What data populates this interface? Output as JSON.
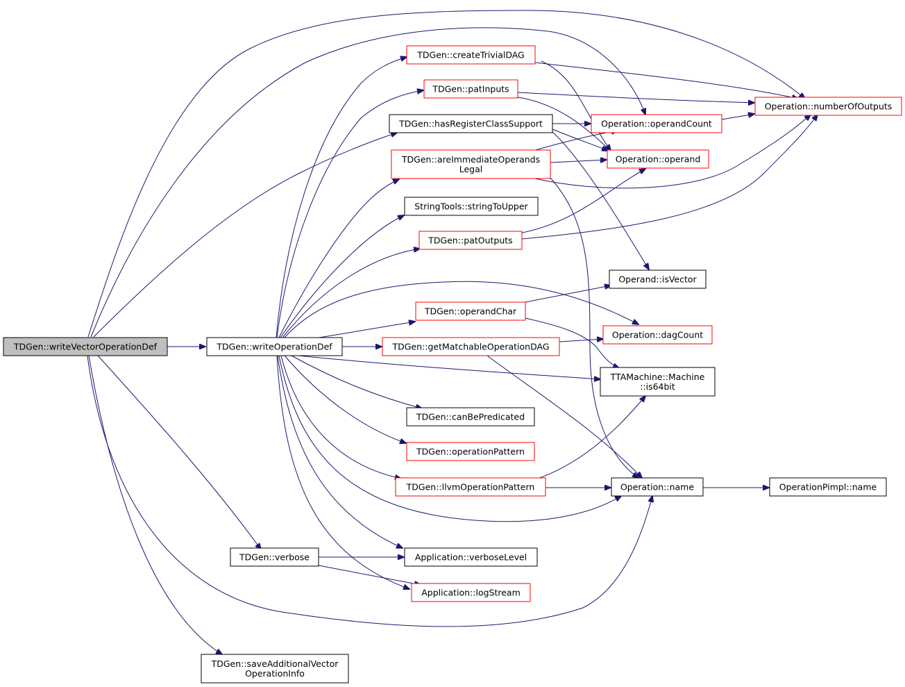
{
  "colors": {
    "edge": "#191970",
    "root_fill": "#bfbfbf",
    "node_fill": "#ffffff",
    "border_normal": "#000000",
    "border_truncated": "#ff0000"
  },
  "nodes": {
    "writeVectorOperationDef": {
      "lines": [
        "TDGen::writeVectorOperationDef"
      ],
      "style": "root"
    },
    "writeOperationDef": {
      "lines": [
        "TDGen::writeOperationDef"
      ],
      "style": "normal"
    },
    "verbose": {
      "lines": [
        "TDGen::verbose"
      ],
      "style": "normal"
    },
    "saveAdditional": {
      "lines": [
        "TDGen::saveAdditionalVector",
        "OperationInfo"
      ],
      "style": "normal"
    },
    "createTrivialDAG": {
      "lines": [
        "TDGen::createTrivialDAG"
      ],
      "style": "truncated"
    },
    "patInputs": {
      "lines": [
        "TDGen::patInputs"
      ],
      "style": "truncated"
    },
    "hasRegisterClassSupport": {
      "lines": [
        "TDGen::hasRegisterClassSupport"
      ],
      "style": "normal"
    },
    "areImmediate": {
      "lines": [
        "TDGen::areImmediateOperands",
        "Legal"
      ],
      "style": "truncated"
    },
    "stringToUpper": {
      "lines": [
        "StringTools::stringToUpper"
      ],
      "style": "normal"
    },
    "patOutputs": {
      "lines": [
        "TDGen::patOutputs"
      ],
      "style": "truncated"
    },
    "operandChar": {
      "lines": [
        "TDGen::operandChar"
      ],
      "style": "truncated"
    },
    "getMatchable": {
      "lines": [
        "TDGen::getMatchableOperationDAG"
      ],
      "style": "truncated"
    },
    "canBePredicated": {
      "lines": [
        "TDGen::canBePredicated"
      ],
      "style": "normal"
    },
    "operationPattern": {
      "lines": [
        "TDGen::operationPattern"
      ],
      "style": "truncated"
    },
    "llvmOperationPattern": {
      "lines": [
        "TDGen::llvmOperationPattern"
      ],
      "style": "truncated"
    },
    "verboseLevel": {
      "lines": [
        "Application::verboseLevel"
      ],
      "style": "normal"
    },
    "logStream": {
      "lines": [
        "Application::logStream"
      ],
      "style": "truncated"
    },
    "numberOfOutputs": {
      "lines": [
        "Operation::numberOfOutputs"
      ],
      "style": "truncated"
    },
    "operandCount": {
      "lines": [
        "Operation::operandCount"
      ],
      "style": "truncated"
    },
    "operand": {
      "lines": [
        "Operation::operand"
      ],
      "style": "truncated"
    },
    "isVector": {
      "lines": [
        "Operand::isVector"
      ],
      "style": "normal"
    },
    "dagCount": {
      "lines": [
        "Operation::dagCount"
      ],
      "style": "truncated"
    },
    "is64bit": {
      "lines": [
        "TTAMachine::Machine",
        "::is64bit"
      ],
      "style": "normal"
    },
    "opName": {
      "lines": [
        "Operation::name"
      ],
      "style": "normal"
    },
    "opPimplName": {
      "lines": [
        "OperationPimpl::name"
      ],
      "style": "normal"
    }
  }
}
